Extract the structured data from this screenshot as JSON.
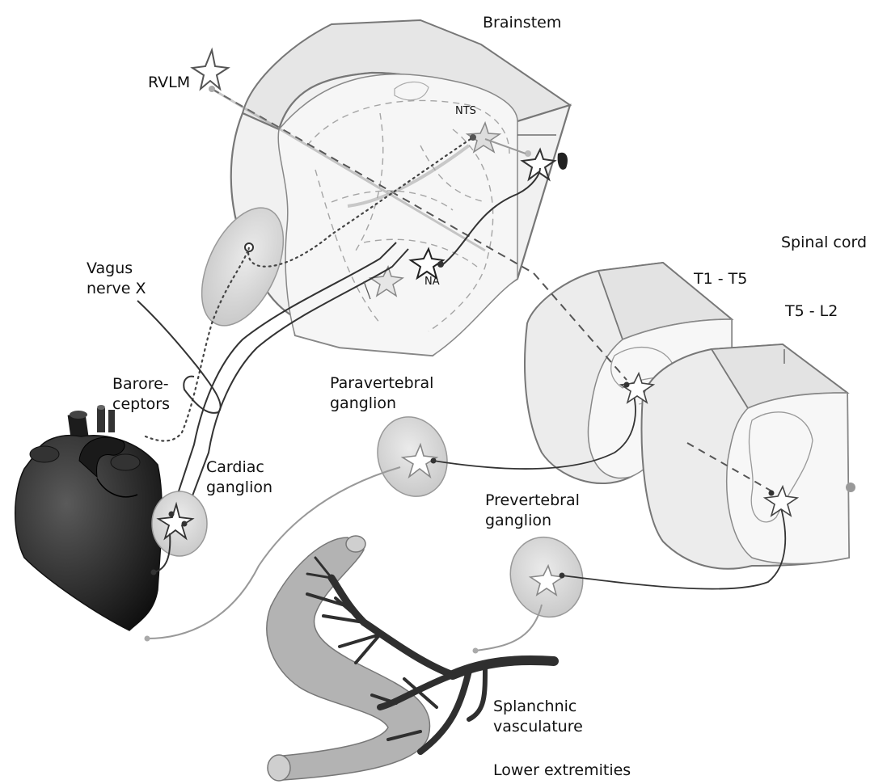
{
  "labels": {
    "brainstem": "Brainstem",
    "rvlm": "RVLM",
    "nts": "NTS",
    "na": "NA",
    "spinal_cord": "Spinal cord",
    "t1_t5": "T1 - T5",
    "t5_l2": "T5 - L2",
    "vagus_nerve": "Vagus\nnerve  X",
    "baroreceptors": "Barore-\nceptors",
    "paravertebral_ganglion": "Paravertebral\nganglion",
    "cardiac_ganglion": "Cardiac\nganglion",
    "prevertebral_ganglion": "Prevertebral\nganglion",
    "splanchnic_vasculature": "Splanchnic\nvasculature",
    "lower_extremities": "Lower extremities"
  },
  "colors": {
    "outline": "#777777",
    "block_fill": "#f1f1f1",
    "inner_dash": "#a5a5a5",
    "ganglion_fill": "#d5d5d5",
    "heart": "#262626",
    "gut": "#b3b3b3",
    "vessel": "#2f2f2f",
    "nerve_dark": "#333333",
    "nerve_light": "#9a9a9a"
  }
}
